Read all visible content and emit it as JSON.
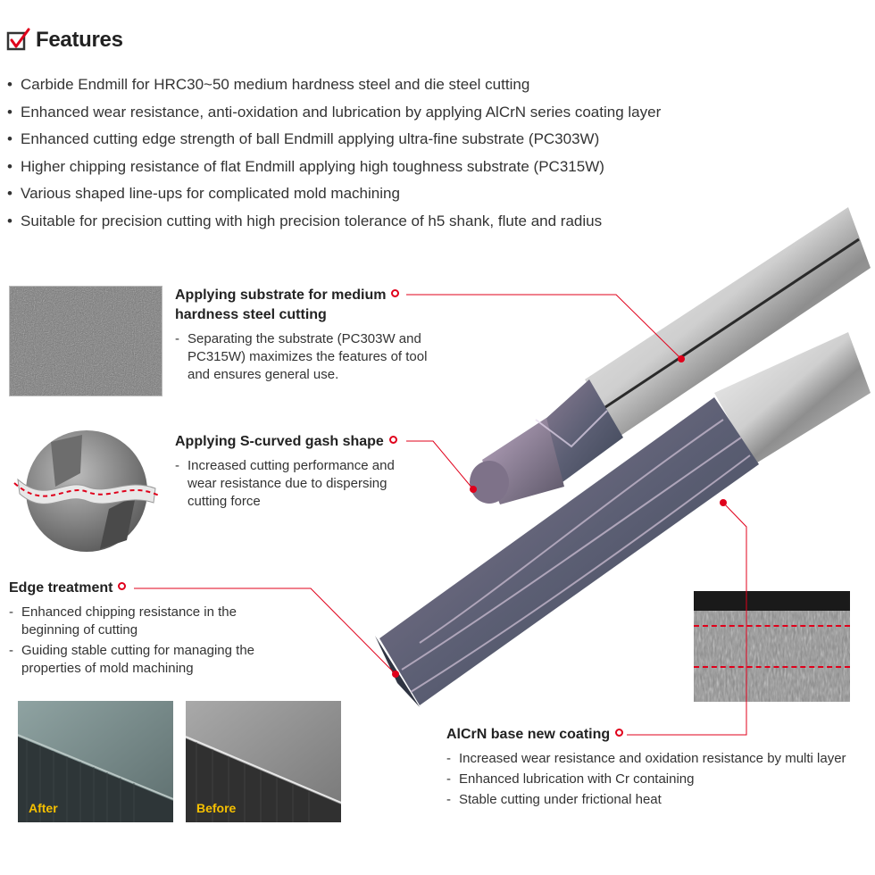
{
  "header": {
    "title": "Features"
  },
  "bullets": [
    "Carbide Endmill for HRC30~50 medium hardness steel and die steel cutting",
    "Enhanced wear resistance, anti-oxidation and lubrication by applying AlCrN series coating layer",
    "Enhanced cutting edge strength of ball Endmill applying ultra-fine substrate (PC303W)",
    "Higher chipping resistance of flat Endmill applying high toughness substrate (PC315W)",
    "Various shaped line-ups for complicated mold machining",
    "Suitable for precision cutting with high precision tolerance of h5 shank, flute and radius"
  ],
  "callouts": {
    "substrate": {
      "title_line1": "Applying substrate for medium",
      "title_line2": "hardness steel cutting",
      "items": [
        "Separating the substrate (PC303W and PC315W) maximizes the features of tool and ensures general use."
      ]
    },
    "gash": {
      "title": "Applying S-curved gash shape",
      "items": [
        "Increased cutting performance and wear resistance due to dispersing cutting force"
      ]
    },
    "edge": {
      "title": "Edge treatment",
      "items": [
        "Enhanced chipping resistance in the beginning of cutting",
        "Guiding stable cutting for managing the properties of mold machining"
      ]
    },
    "coating": {
      "title": "AlCrN base new coating",
      "items": [
        "Increased wear resistance and oxidation resistance by multi layer",
        "Enhanced lubrication with Cr containing",
        "Stable cutting under frictional heat"
      ]
    }
  },
  "photos": {
    "after_label": "After",
    "before_label": "Before"
  },
  "colors": {
    "accent": "#e0001b",
    "label_yellow": "#f6c000"
  }
}
